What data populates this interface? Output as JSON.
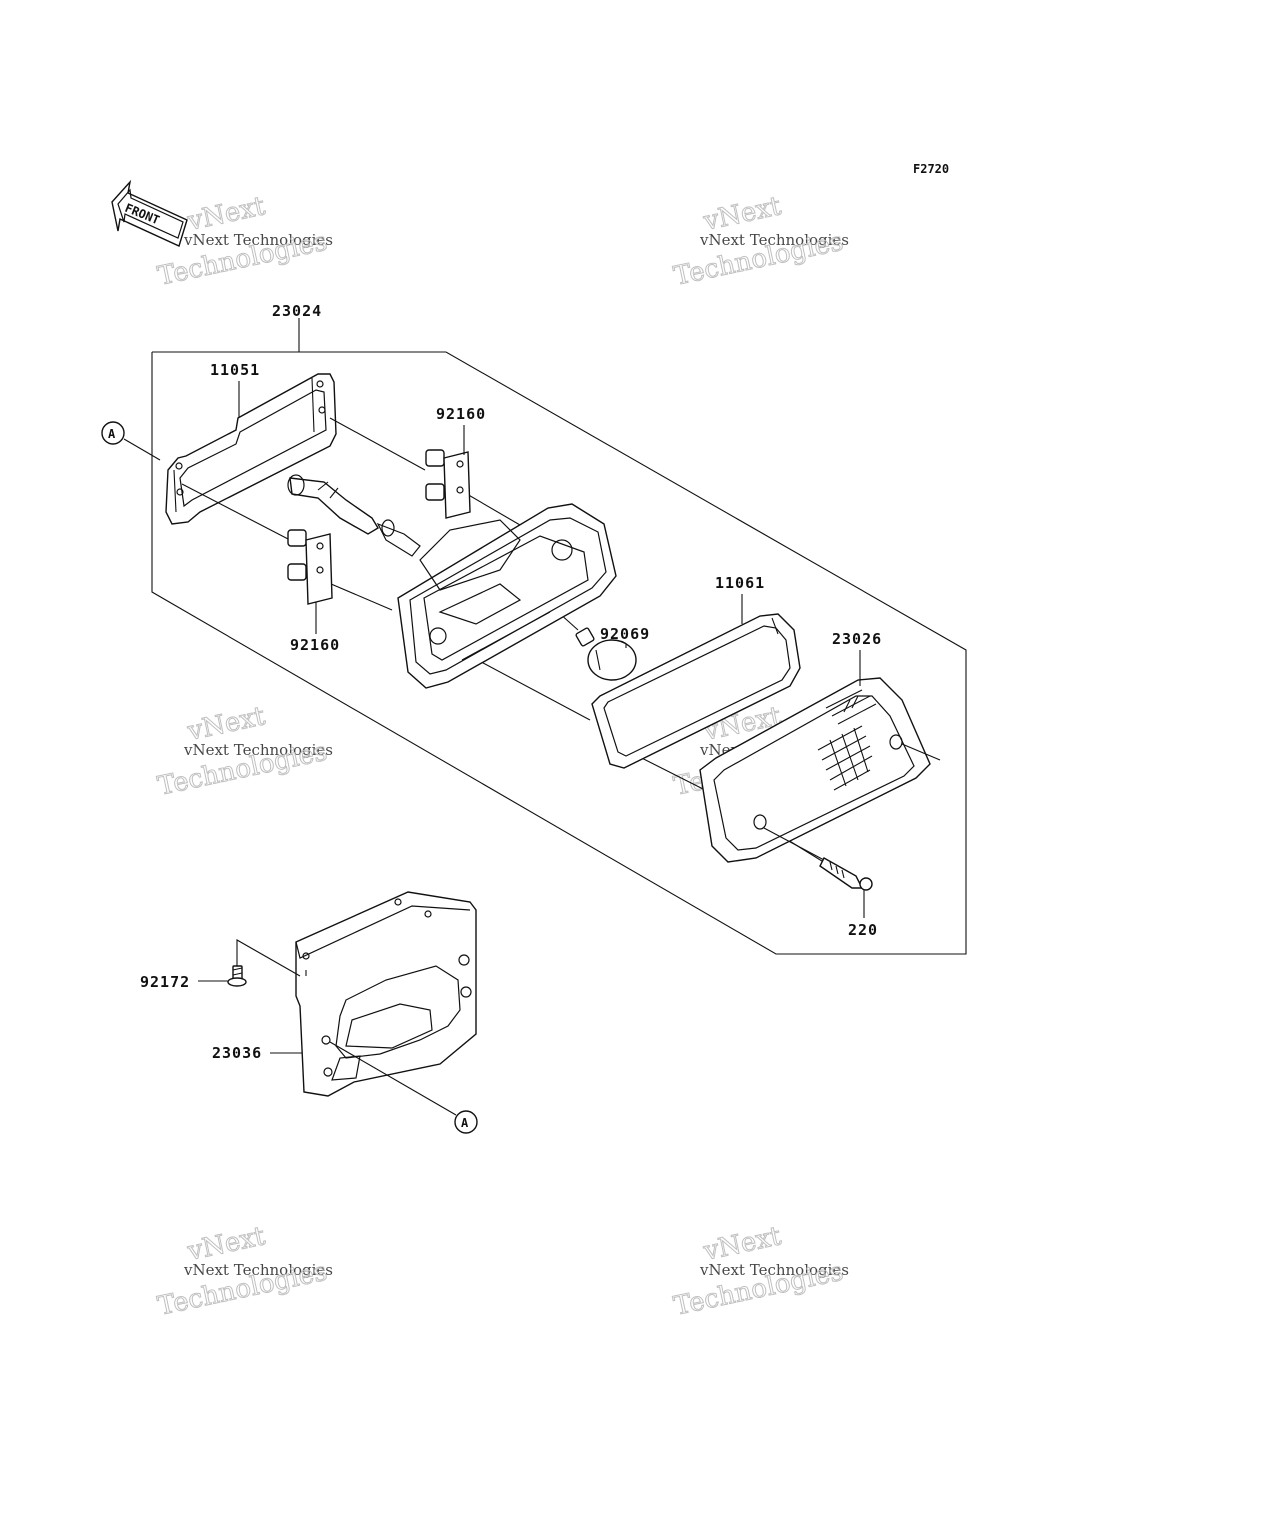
{
  "figure_code": "F2720",
  "front_label": "FRONT",
  "ref_marker": "A",
  "watermark": {
    "line1": "vNext Technologies",
    "line2": "Technologies",
    "line3": "vNext"
  },
  "parts": {
    "p23024": "23024",
    "p11051": "11051",
    "p92160_top": "92160",
    "p92160_bottom": "92160",
    "p92069": "92069",
    "p11061": "11061",
    "p23026": "23026",
    "p220": "220",
    "p92172": "92172",
    "p23036": "23036"
  }
}
